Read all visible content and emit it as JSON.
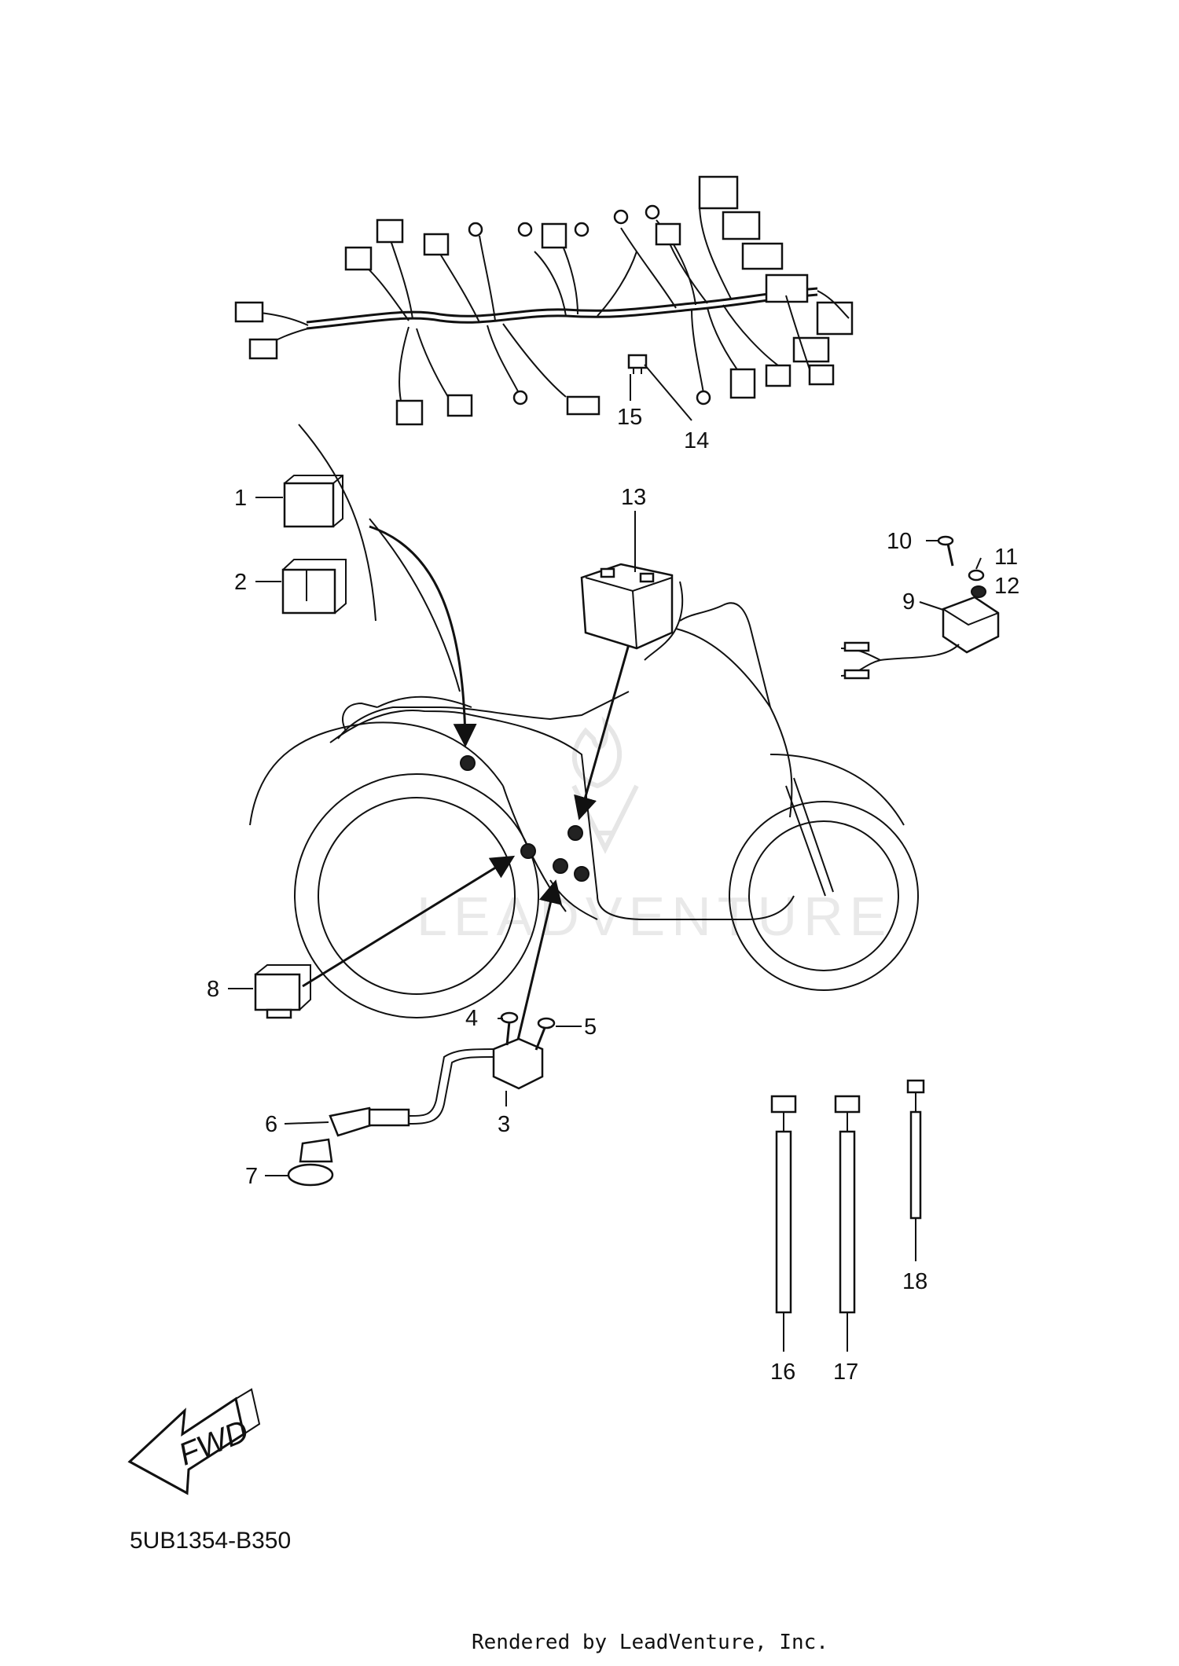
{
  "diagram": {
    "callouts": {
      "c1": "1",
      "c2": "2",
      "c3": "3",
      "c4": "4",
      "c5": "5",
      "c6": "6",
      "c7": "7",
      "c8": "8",
      "c9": "9",
      "c10": "10",
      "c11": "11",
      "c12": "12",
      "c13": "13",
      "c14": "14",
      "c15": "15",
      "c16": "16",
      "c17": "17",
      "c18": "18"
    },
    "direction_label": "FWD",
    "diagram_code": "5UB1354-B350",
    "footer_text": "Rendered by LeadVenture, Inc.",
    "watermark_text": "LEADVENTURE"
  }
}
